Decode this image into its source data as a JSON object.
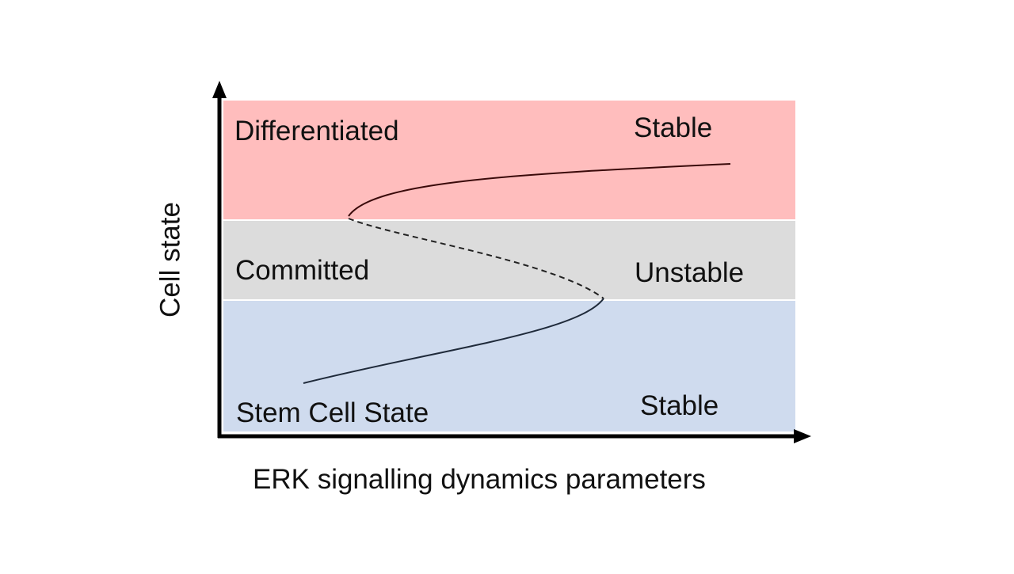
{
  "diagram": {
    "bands": [
      {
        "id": "differentiated",
        "name": "Differentiated",
        "stability": "Stable",
        "color": "#ffbdbd"
      },
      {
        "id": "committed",
        "name": "Committed",
        "stability": "Unstable",
        "color": "#dcdcdc"
      },
      {
        "id": "stem",
        "name": "Stem Cell State",
        "stability": "Stable",
        "color": "#cfdbee"
      }
    ],
    "axes": {
      "x_label": "ERK signalling dynamics parameters",
      "y_label": "Cell state",
      "color": "#000000"
    },
    "curve": {
      "stable_upper_color": "#3a0a0a",
      "unstable_color": "#222222",
      "stable_lower_color": "#1f2a3a"
    }
  }
}
